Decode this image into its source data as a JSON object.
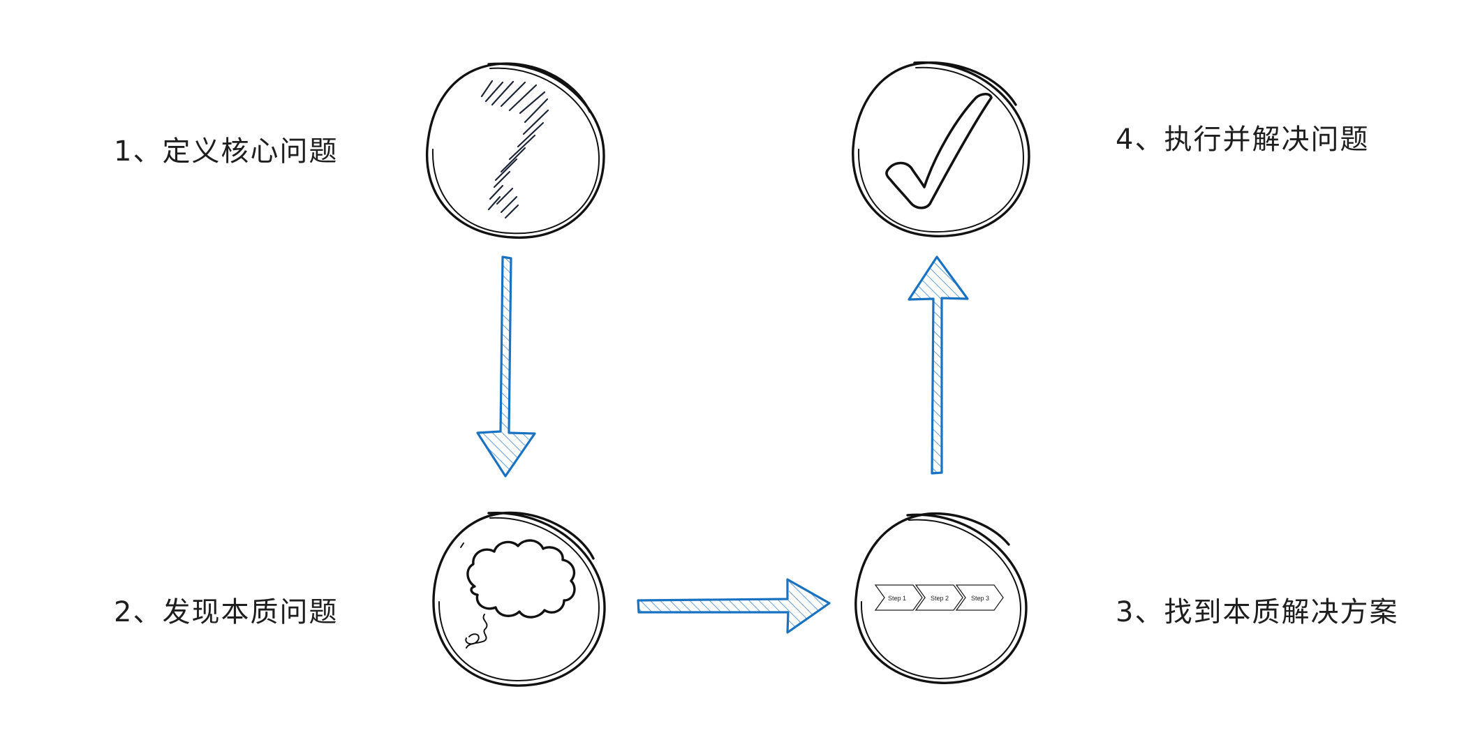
{
  "steps": [
    {
      "label": "1、定义核心问题",
      "icon": "question-mark-icon"
    },
    {
      "label": "2、发现本质问题",
      "icon": "thought-cloud-icon"
    },
    {
      "label": "3、找到本质解决方案",
      "icon": "process-steps-icon"
    },
    {
      "label": "4、执行并解决问题",
      "icon": "checkmark-icon"
    }
  ],
  "process_steps": [
    "Step 1",
    "Step 2",
    "Step 3"
  ],
  "colors": {
    "ink": "#111111",
    "arrow": "#1971c2",
    "background": "#ffffff"
  }
}
